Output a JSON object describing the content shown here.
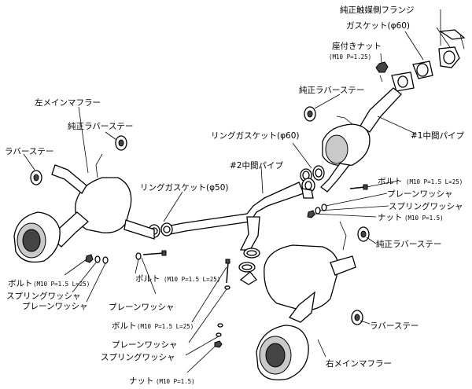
{
  "labels": {
    "oem_cat_flange": "純正触媒側フランジ",
    "gasket_60": "ガスケット(φ60)",
    "flange_nut": "座付きナット",
    "flange_nut_spec": "(M10 P=1.25)",
    "oem_rubber_stay_top": "純正ラバーステー",
    "pipe_1": "#1中間パイプ",
    "left_muffler": "左メインマフラー",
    "oem_rubber_stay_left": "純正ラバーステー",
    "rubber_stay_left": "ラバーステー",
    "ring_gasket_60": "リングガスケット(φ60)",
    "pipe_2": "#2中間パイプ",
    "ring_gasket_50": "リングガスケット(φ50)",
    "bolt_right": "ボルト",
    "bolt_right_spec": "(M10 P=1.5 L=25)",
    "plain_washer_right": "プレーンワッシャ",
    "spring_washer_right": "スプリングワッシャ",
    "nut_right": "ナット",
    "nut_right_spec": "(M10 P=1.5)",
    "oem_rubber_stay_right": "純正ラバーステー",
    "bolt_left": "ボルト",
    "bolt_left_spec": "(M10 P=1.5 L=25)",
    "spring_washer_left": "スプリングワッシャ",
    "plain_washer_left": "プレーンワッシャ",
    "bolt_center": "ボルト",
    "bolt_center_spec": "(M10 P=1.5 L=25)",
    "plain_washer_center": "プレーンワッシャ",
    "plain_washer_bottom": "プレーンワッシャ",
    "spring_washer_bottom": "スプリングワッシャ",
    "rubber_stay_right": "ラバーステー",
    "right_muffler": "右メインマフラー",
    "nut_bottom": "ナット",
    "nut_bottom_spec": "(M10 P=1.5)"
  }
}
